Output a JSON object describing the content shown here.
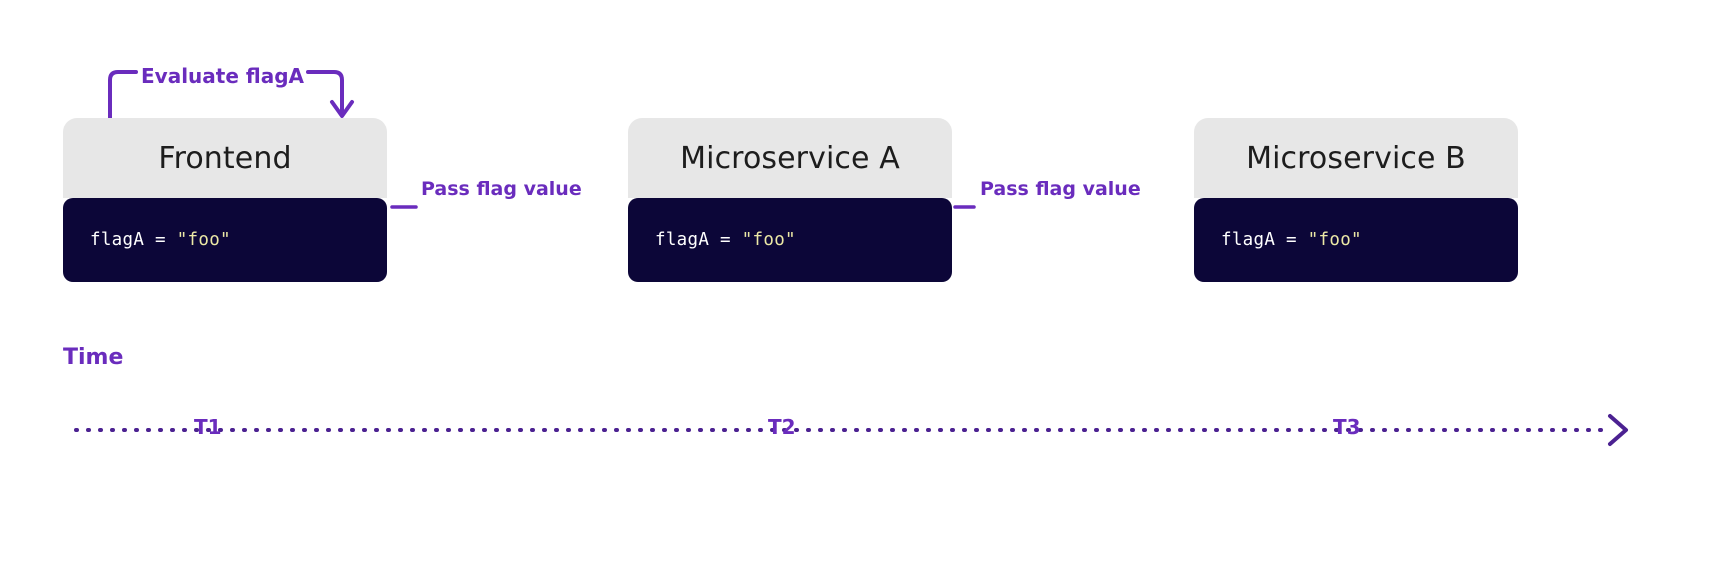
{
  "diagram": {
    "type": "flow-timeline",
    "accent_color": "#6a2cbd",
    "card_header_color": "#e7e7e7",
    "card_code_bg_color": "#0c0638",
    "code_string_color": "#ece8a6"
  },
  "nodes": [
    {
      "id": "frontend",
      "title": "Frontend",
      "code_prefix": "flagA = ",
      "code_value": "\"foo\""
    },
    {
      "id": "microservice-a",
      "title": "Microservice A",
      "code_prefix": "flagA = ",
      "code_value": "\"foo\""
    },
    {
      "id": "microservice-b",
      "title": "Microservice B",
      "code_prefix": "flagA = ",
      "code_value": "\"foo\""
    }
  ],
  "edges": [
    {
      "id": "evaluate",
      "label": "Evaluate flagA"
    },
    {
      "id": "pass-1",
      "label": "Pass flag value"
    },
    {
      "id": "pass-2",
      "label": "Pass flag value"
    }
  ],
  "timeline": {
    "axis_label": "Time",
    "ticks": [
      {
        "id": "t1",
        "label": "T1"
      },
      {
        "id": "t2",
        "label": "T2"
      },
      {
        "id": "t3",
        "label": "T3"
      }
    ]
  }
}
